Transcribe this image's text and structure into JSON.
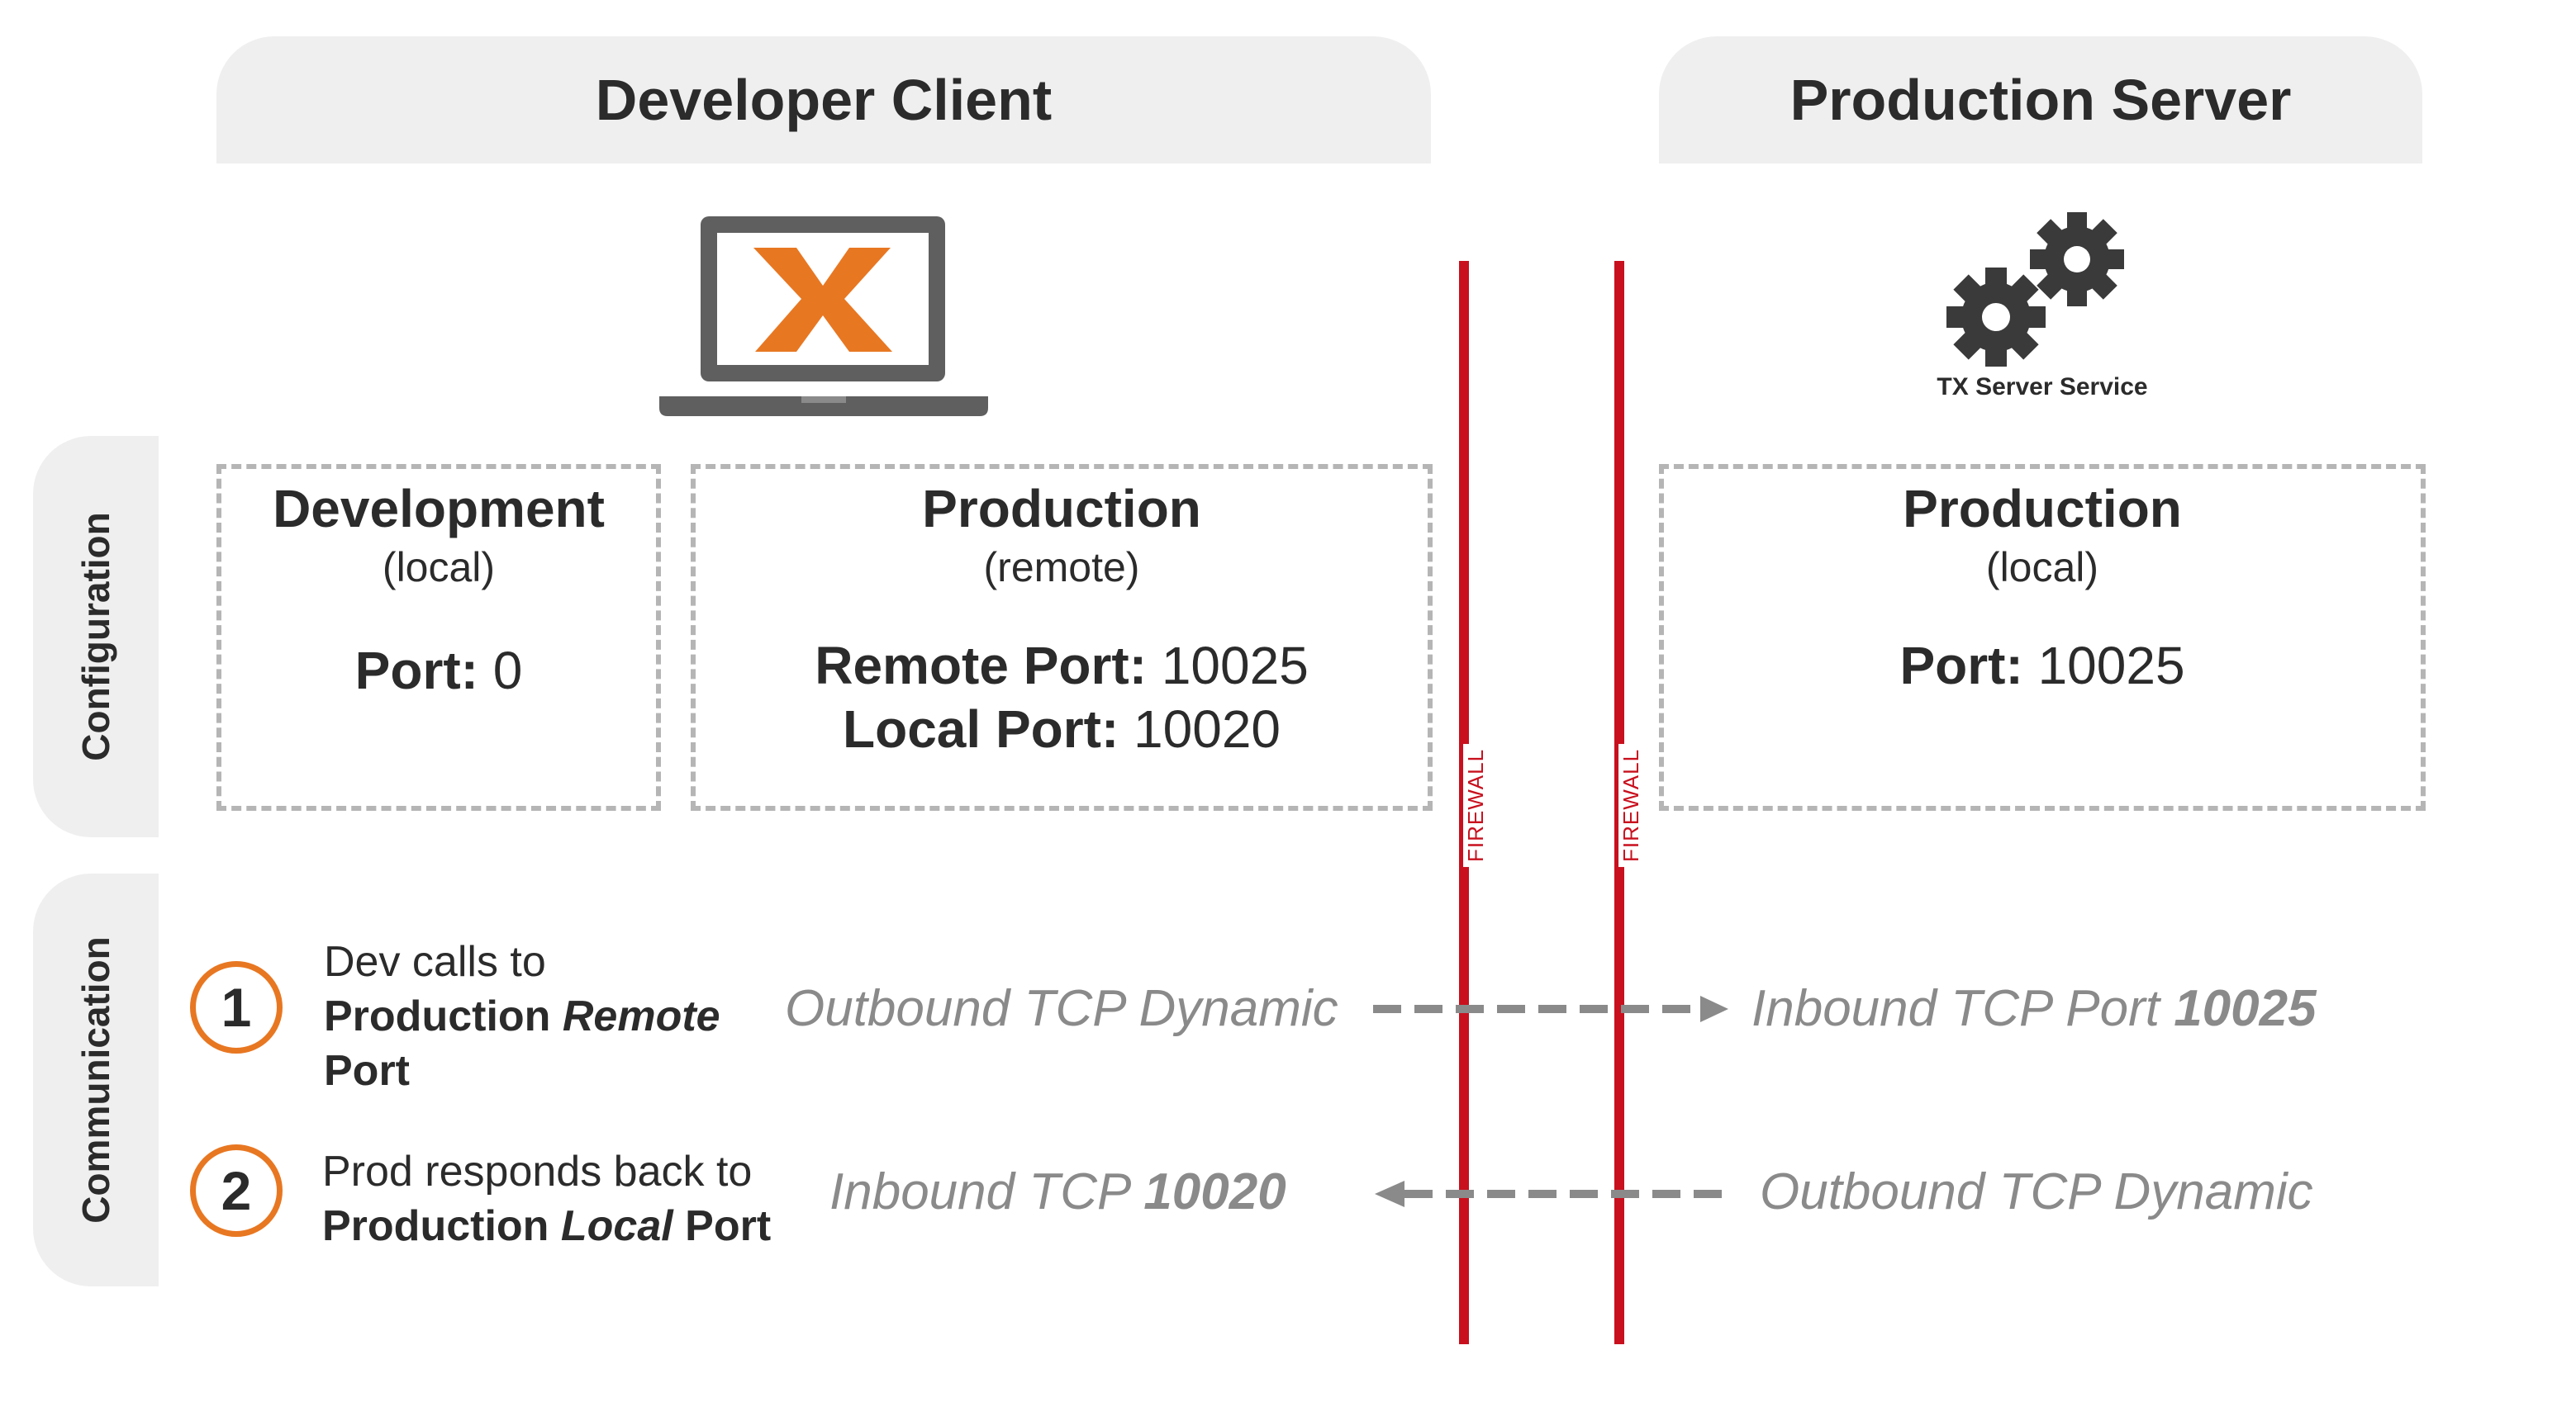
{
  "columns": {
    "developer_client": "Developer Client",
    "production_server": "Production Server"
  },
  "rows": {
    "configuration": "Configuration",
    "communication": "Communication"
  },
  "server_service_label": "TX Server Service",
  "config": {
    "dev_local": {
      "title": "Development",
      "sub": "(local)",
      "port_label": "Port:",
      "port_value": "0"
    },
    "prod_remote": {
      "title": "Production",
      "sub": "(remote)",
      "remote_port_label": "Remote Port:",
      "remote_port_value": "10025",
      "local_port_label": "Local Port:",
      "local_port_value": "10020"
    },
    "prod_local": {
      "title": "Production",
      "sub": "(local)",
      "port_label": "Port:",
      "port_value": "10025"
    }
  },
  "firewall_label": "FIREWALL",
  "steps": [
    {
      "number": "1",
      "line1": "Dev calls to",
      "line2_bold": "Production ",
      "line2_bolditalic": "Remote",
      "line3": "Port",
      "left_flow": "Outbound TCP Dynamic",
      "right_flow_prefix": "Inbound TCP Port ",
      "right_flow_value": "10025"
    },
    {
      "number": "2",
      "line1": "Prod responds back to",
      "line2_bold": "Production ",
      "line2_bolditalic": "Local",
      "line2_end": " Port",
      "left_flow_prefix": "Inbound TCP ",
      "left_flow_value": "10020",
      "right_flow": "Outbound TCP Dynamic"
    }
  ],
  "colors": {
    "accent_orange": "#e87722",
    "firewall_red": "#c8101e",
    "panel_gray": "#efefef",
    "dash_gray": "#b5b5b5",
    "flow_gray": "#8a8a8a",
    "icon_dark": "#3a3a3a"
  },
  "icons": [
    "laptop-icon",
    "x-logo-icon",
    "gears-icon"
  ]
}
